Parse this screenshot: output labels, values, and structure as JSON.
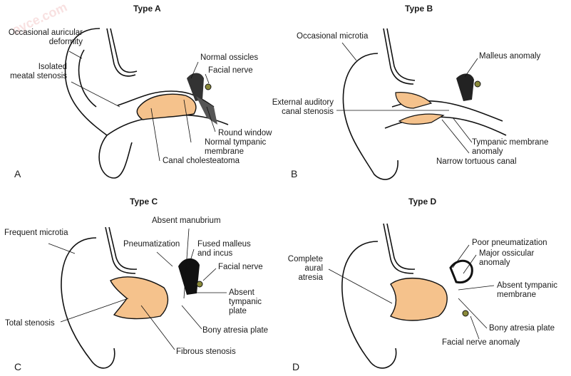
{
  "colors": {
    "canal_fill": "#f5c28c",
    "outline": "#111111",
    "nerve": "#8a8a3a",
    "watermark": "#f3c9c9"
  },
  "watermark": "oyce.com",
  "panels": [
    {
      "id": "A",
      "title": "Type A",
      "letter": "A",
      "labels": {
        "auricle": "Occasional auricular\ndeformity",
        "stenosis": "Isolated\nmeatal stenosis",
        "ossicles": "Normal ossicles",
        "nerve": "Facial nerve",
        "round_window": "Round window",
        "membrane": "Normal tympanic\nmembrane",
        "cholesteatoma": "Canal cholesteatoma"
      }
    },
    {
      "id": "B",
      "title": "Type B",
      "letter": "B",
      "labels": {
        "microtia": "Occasional microtia",
        "malleus": "Malleus anomaly",
        "canal": "External auditory\ncanal stenosis",
        "membrane": "Tympanic membrane\nanomaly",
        "tortuous": "Narrow tortuous canal"
      }
    },
    {
      "id": "C",
      "title": "Type C",
      "letter": "C",
      "labels": {
        "microtia": "Frequent microtia",
        "manubrium": "Absent manubrium",
        "pneumatization": "Pneumatization",
        "fused": "Fused malleus\nand incus",
        "nerve": "Facial nerve",
        "plate": "Absent tympanic\nplate",
        "total": "Total stenosis",
        "bony": "Bony atresia plate",
        "fibrous": "Fibrous stenosis"
      }
    },
    {
      "id": "D",
      "title": "Type D",
      "letter": "D",
      "labels": {
        "atresia": "Complete\naural atresia",
        "poor": "Poor pneumatization",
        "ossicular": "Major ossicular\nanomaly",
        "membrane": "Absent tympanic\nmembrane",
        "bony": "Bony atresia plate",
        "nerve": "Facial nerve anomaly"
      }
    }
  ]
}
